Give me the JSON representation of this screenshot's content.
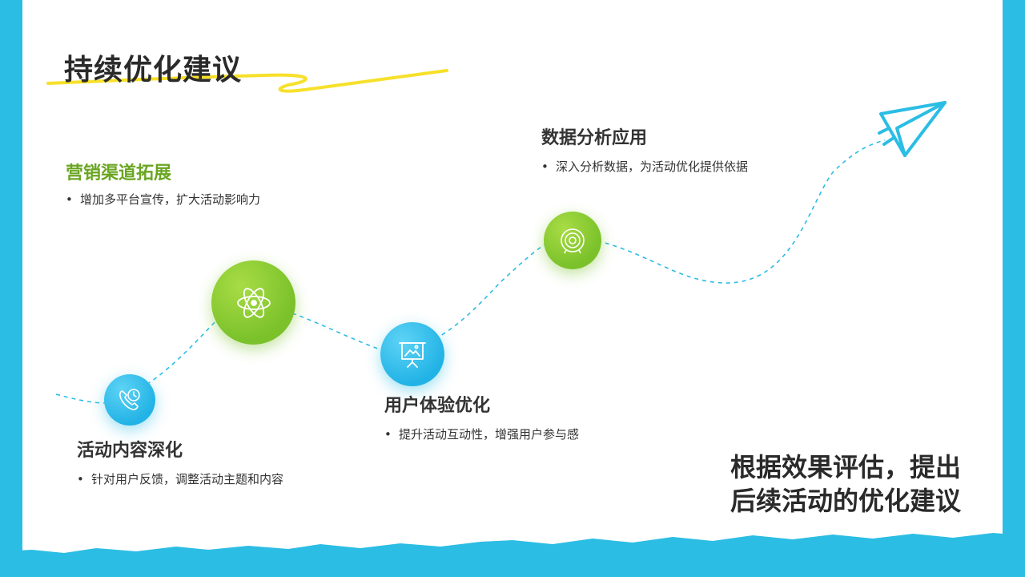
{
  "title": "持续优化建议",
  "steps": [
    {
      "heading": "活动内容深化",
      "bullet": "针对用户反馈，调整活动主题和内容",
      "icon": "phone-clock-icon",
      "color": "#2bbde4"
    },
    {
      "heading": "营销渠道拓展",
      "bullet": "增加多平台宣传，扩大活动影响力",
      "icon": "atom-icon",
      "color": "#7ac12a"
    },
    {
      "heading": "用户体验优化",
      "bullet": "提升活动互动性，增强用户参与感",
      "icon": "presentation-board-icon",
      "color": "#2bbde4"
    },
    {
      "heading": "数据分析应用",
      "bullet": "深入分析数据，为活动优化提供依据",
      "icon": "target-icon",
      "color": "#7ac12a"
    }
  ],
  "conclusion": "根据效果评估，提出后续活动的优化建议",
  "colors": {
    "frame": "#2bbde4",
    "accent_green": "#6aa521",
    "underline": "#f7e02a"
  }
}
